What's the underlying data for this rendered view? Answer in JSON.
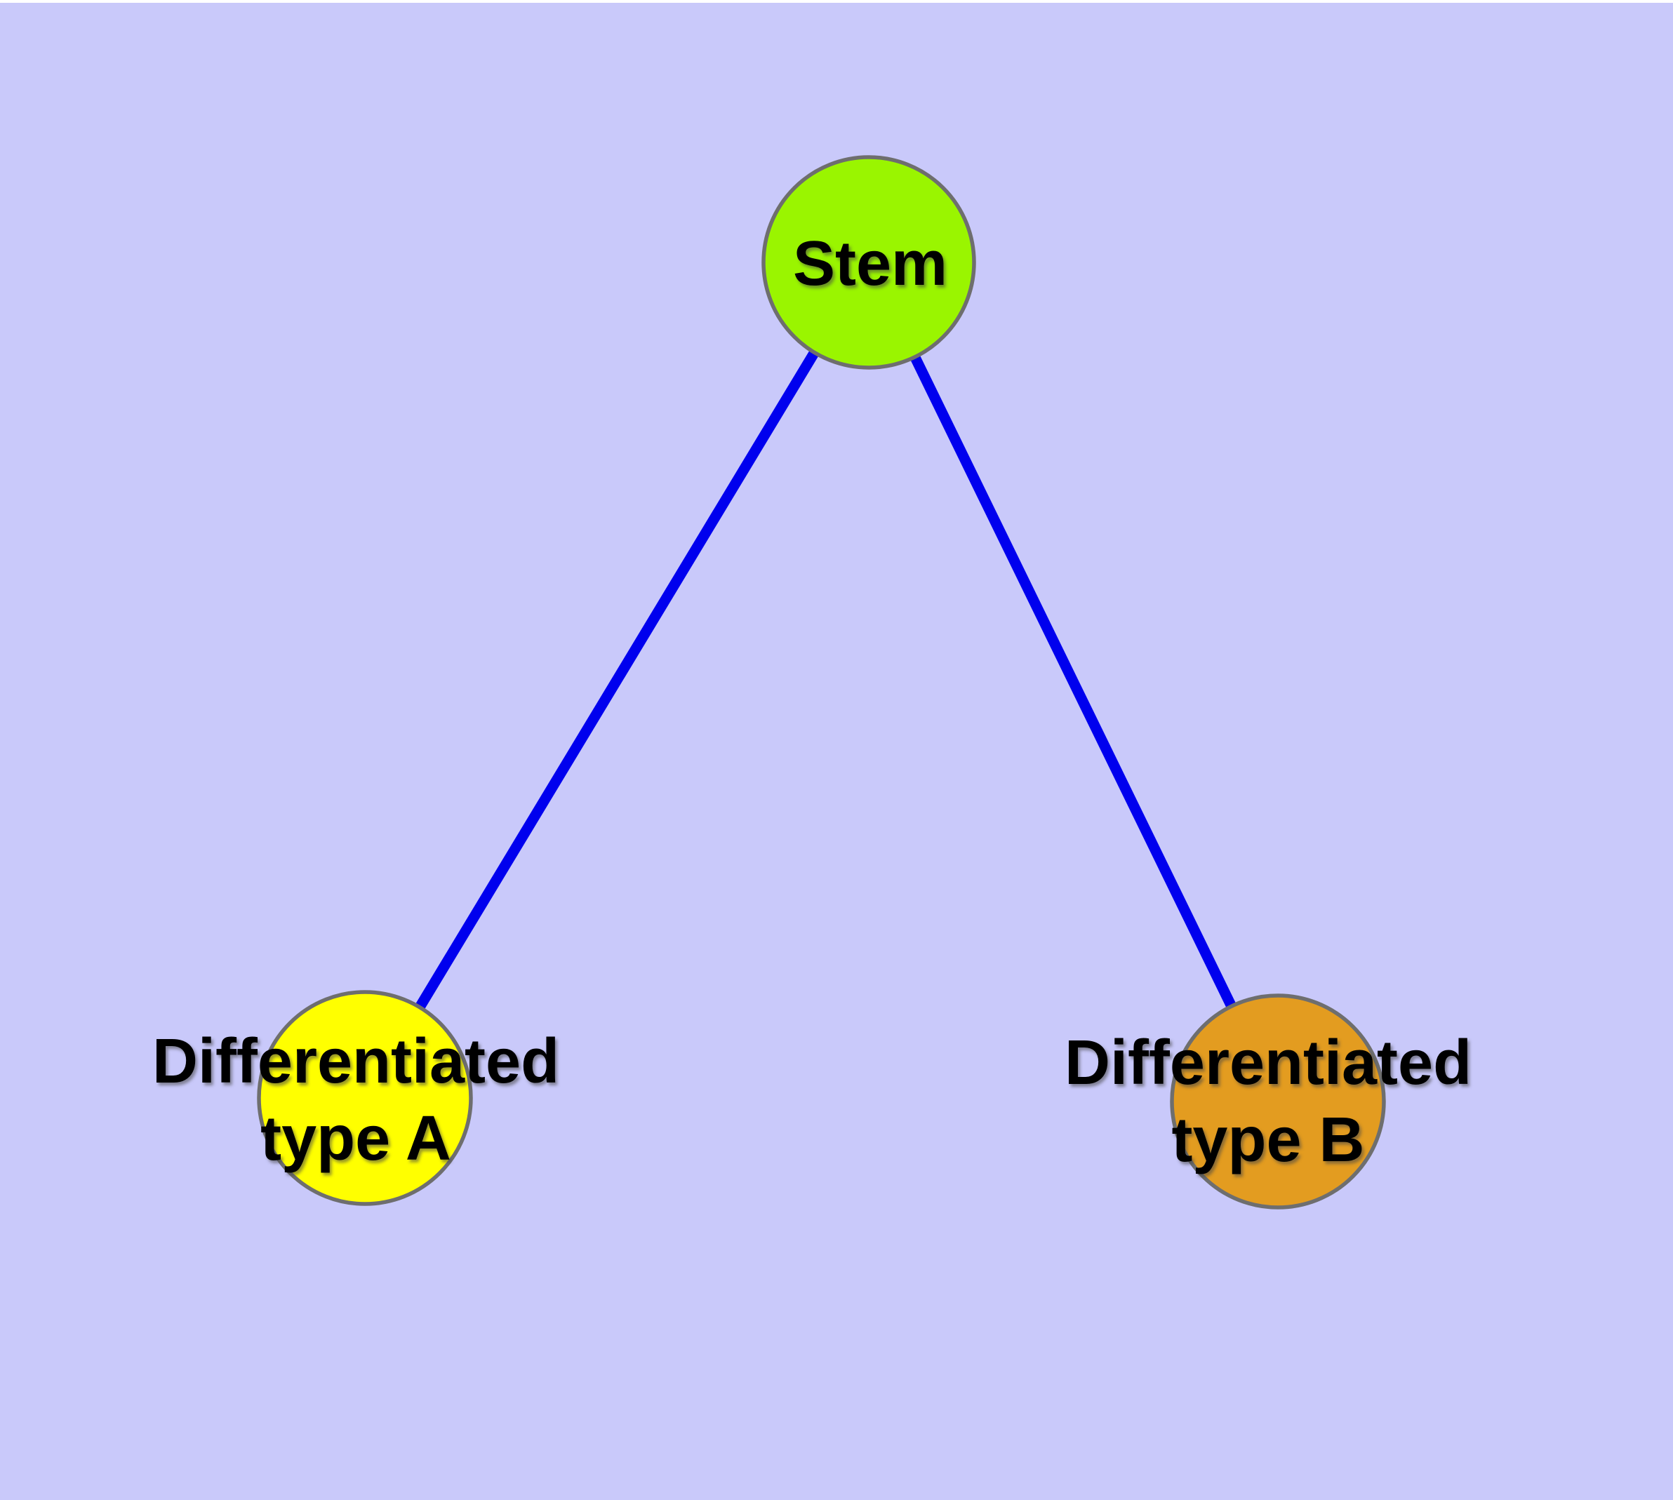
{
  "diagram": {
    "background_color": "#C9C9FA",
    "top_margin_color": "#FFFFFF",
    "edge_color": "#0000EE",
    "node_border_color": "#6E6E6E",
    "label_color": "#000000",
    "nodes": [
      {
        "id": "stem",
        "label": "Stem",
        "fill": "#9AF500"
      },
      {
        "id": "type-a",
        "label": "Differentiated\ntype A",
        "fill": "#FFFF00"
      },
      {
        "id": "type-b",
        "label": "Differentiated\ntype B",
        "fill": "#E39C20"
      }
    ],
    "edges": [
      {
        "from": "Stem",
        "to": "Differentiated type A"
      },
      {
        "from": "Stem",
        "to": "Differentiated type B"
      }
    ]
  }
}
